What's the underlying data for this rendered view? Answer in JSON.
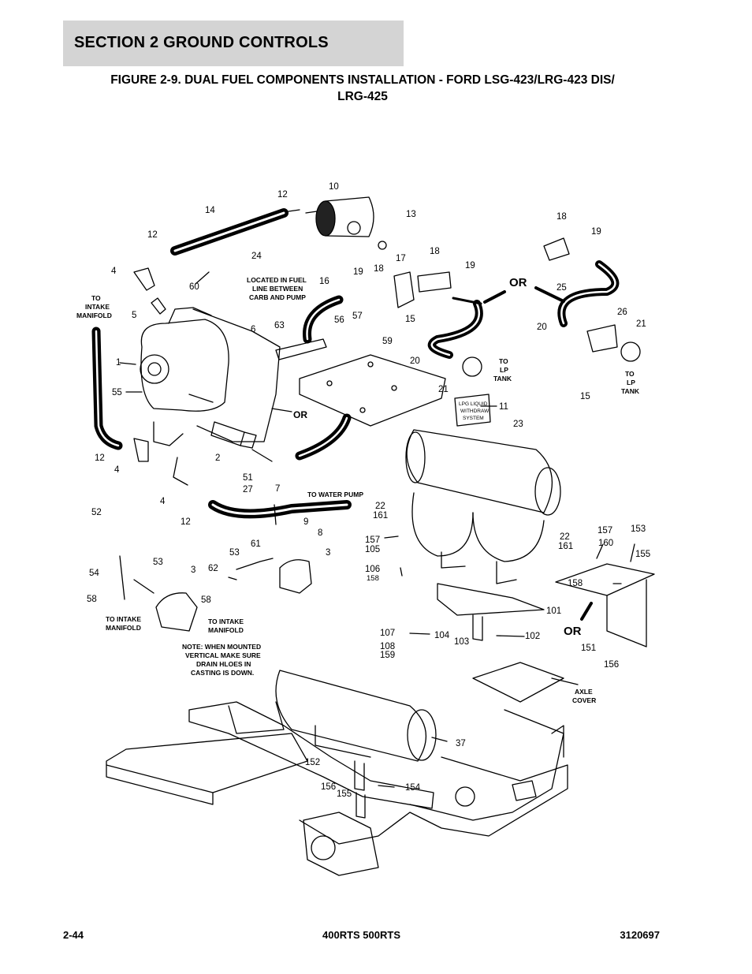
{
  "section": {
    "title": "SECTION 2   GROUND CONTROLS"
  },
  "figure": {
    "title_line1": "FIGURE 2-9. DUAL FUEL COMPONENTS INSTALLATION - FORD LSG-423/LRG-423 DIS/",
    "title_line2": "LRG-425"
  },
  "notes": {
    "to_intake_manifold_1": "TO",
    "to_intake_manifold_2": "INTAKE",
    "to_intake_manifold_3": "MANIFOLD",
    "fuel_line_1": "LOCATED IN FUEL",
    "fuel_line_2": "LINE BETWEEN",
    "fuel_line_3": "CARB AND PUMP",
    "to_lp_tank_1": "TO",
    "to_lp_tank_2": "LP",
    "to_lp_tank_3": "TANK",
    "lpg_1": "LPG LIQUID",
    "lpg_2": "WITHDRAW",
    "lpg_3": "SYSTEM",
    "water_pump": "TO WATER PUMP",
    "intake_a": "TO INTAKE",
    "intake_b": "MANIFOLD",
    "mount_1": "NOTE:  WHEN MOUNTED",
    "mount_2": "VERTICAL MAKE SURE",
    "mount_3": "DRAIN HLOES IN",
    "mount_4": "CASTING IS DOWN.",
    "axle_1": "AXLE",
    "axle_2": "COVER",
    "or": "OR"
  },
  "callouts": {
    "c1": "1",
    "c2": "2",
    "c3": "3",
    "c4": "4",
    "c5": "5",
    "c6": "6",
    "c7": "7",
    "c8": "8",
    "c9": "9",
    "c10": "10",
    "c11": "11",
    "c12": "12",
    "c13": "13",
    "c14": "14",
    "c15": "15",
    "c16": "16",
    "c17": "17",
    "c18": "18",
    "c19": "19",
    "c20": "20",
    "c21": "21",
    "c22": "22",
    "c23": "23",
    "c24": "24",
    "c25": "25",
    "c26": "26",
    "c27": "27",
    "c37": "37",
    "c51": "51",
    "c52": "52",
    "c53": "53",
    "c54": "54",
    "c55": "55",
    "c56": "56",
    "c57": "57",
    "c58": "58",
    "c59": "59",
    "c60": "60",
    "c61": "61",
    "c62": "62",
    "c63": "63",
    "c101": "101",
    "c102": "102",
    "c103": "103",
    "c104": "104",
    "c105": "105",
    "c106": "106",
    "c107": "107",
    "c108": "108",
    "c151": "151",
    "c152": "152",
    "c153": "153",
    "c154": "154",
    "c155": "155",
    "c156": "156",
    "c157": "157",
    "c158": "158",
    "c159": "159",
    "c160": "160",
    "c161": "161"
  },
  "footer": {
    "page": "2-44",
    "model": "400RTS 500RTS",
    "doc_number": "3120697"
  }
}
